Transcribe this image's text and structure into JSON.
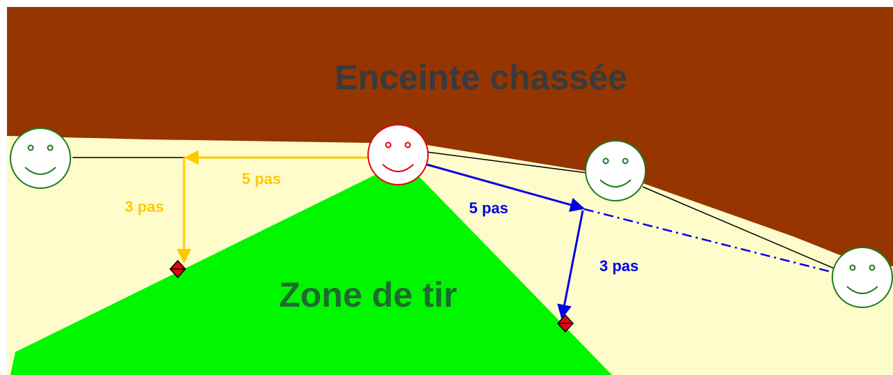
{
  "colors": {
    "enceinte": "#963500",
    "ground": "#FFFCCB",
    "zone": "#00F700",
    "yellow": "#FFC900",
    "blue": "#0000E8",
    "title_dark": "#3A3A3A",
    "zone_text": "#1E6B2E",
    "hunter_green": "#1F7A1F",
    "shooter_red": "#E3000F",
    "marker": "#E8000F"
  },
  "labels": {
    "enceinte": "Enceinte chassée",
    "zone": "Zone de tir",
    "left_horizontal": "5 pas",
    "left_vertical": "3 pas",
    "right_diagonal": "5 pas",
    "right_down": "3 pas"
  },
  "icons": {
    "shooter": "smiley-face-icon",
    "hunters": "smiley-face-icon",
    "markers": "diamond-marker-icon"
  }
}
